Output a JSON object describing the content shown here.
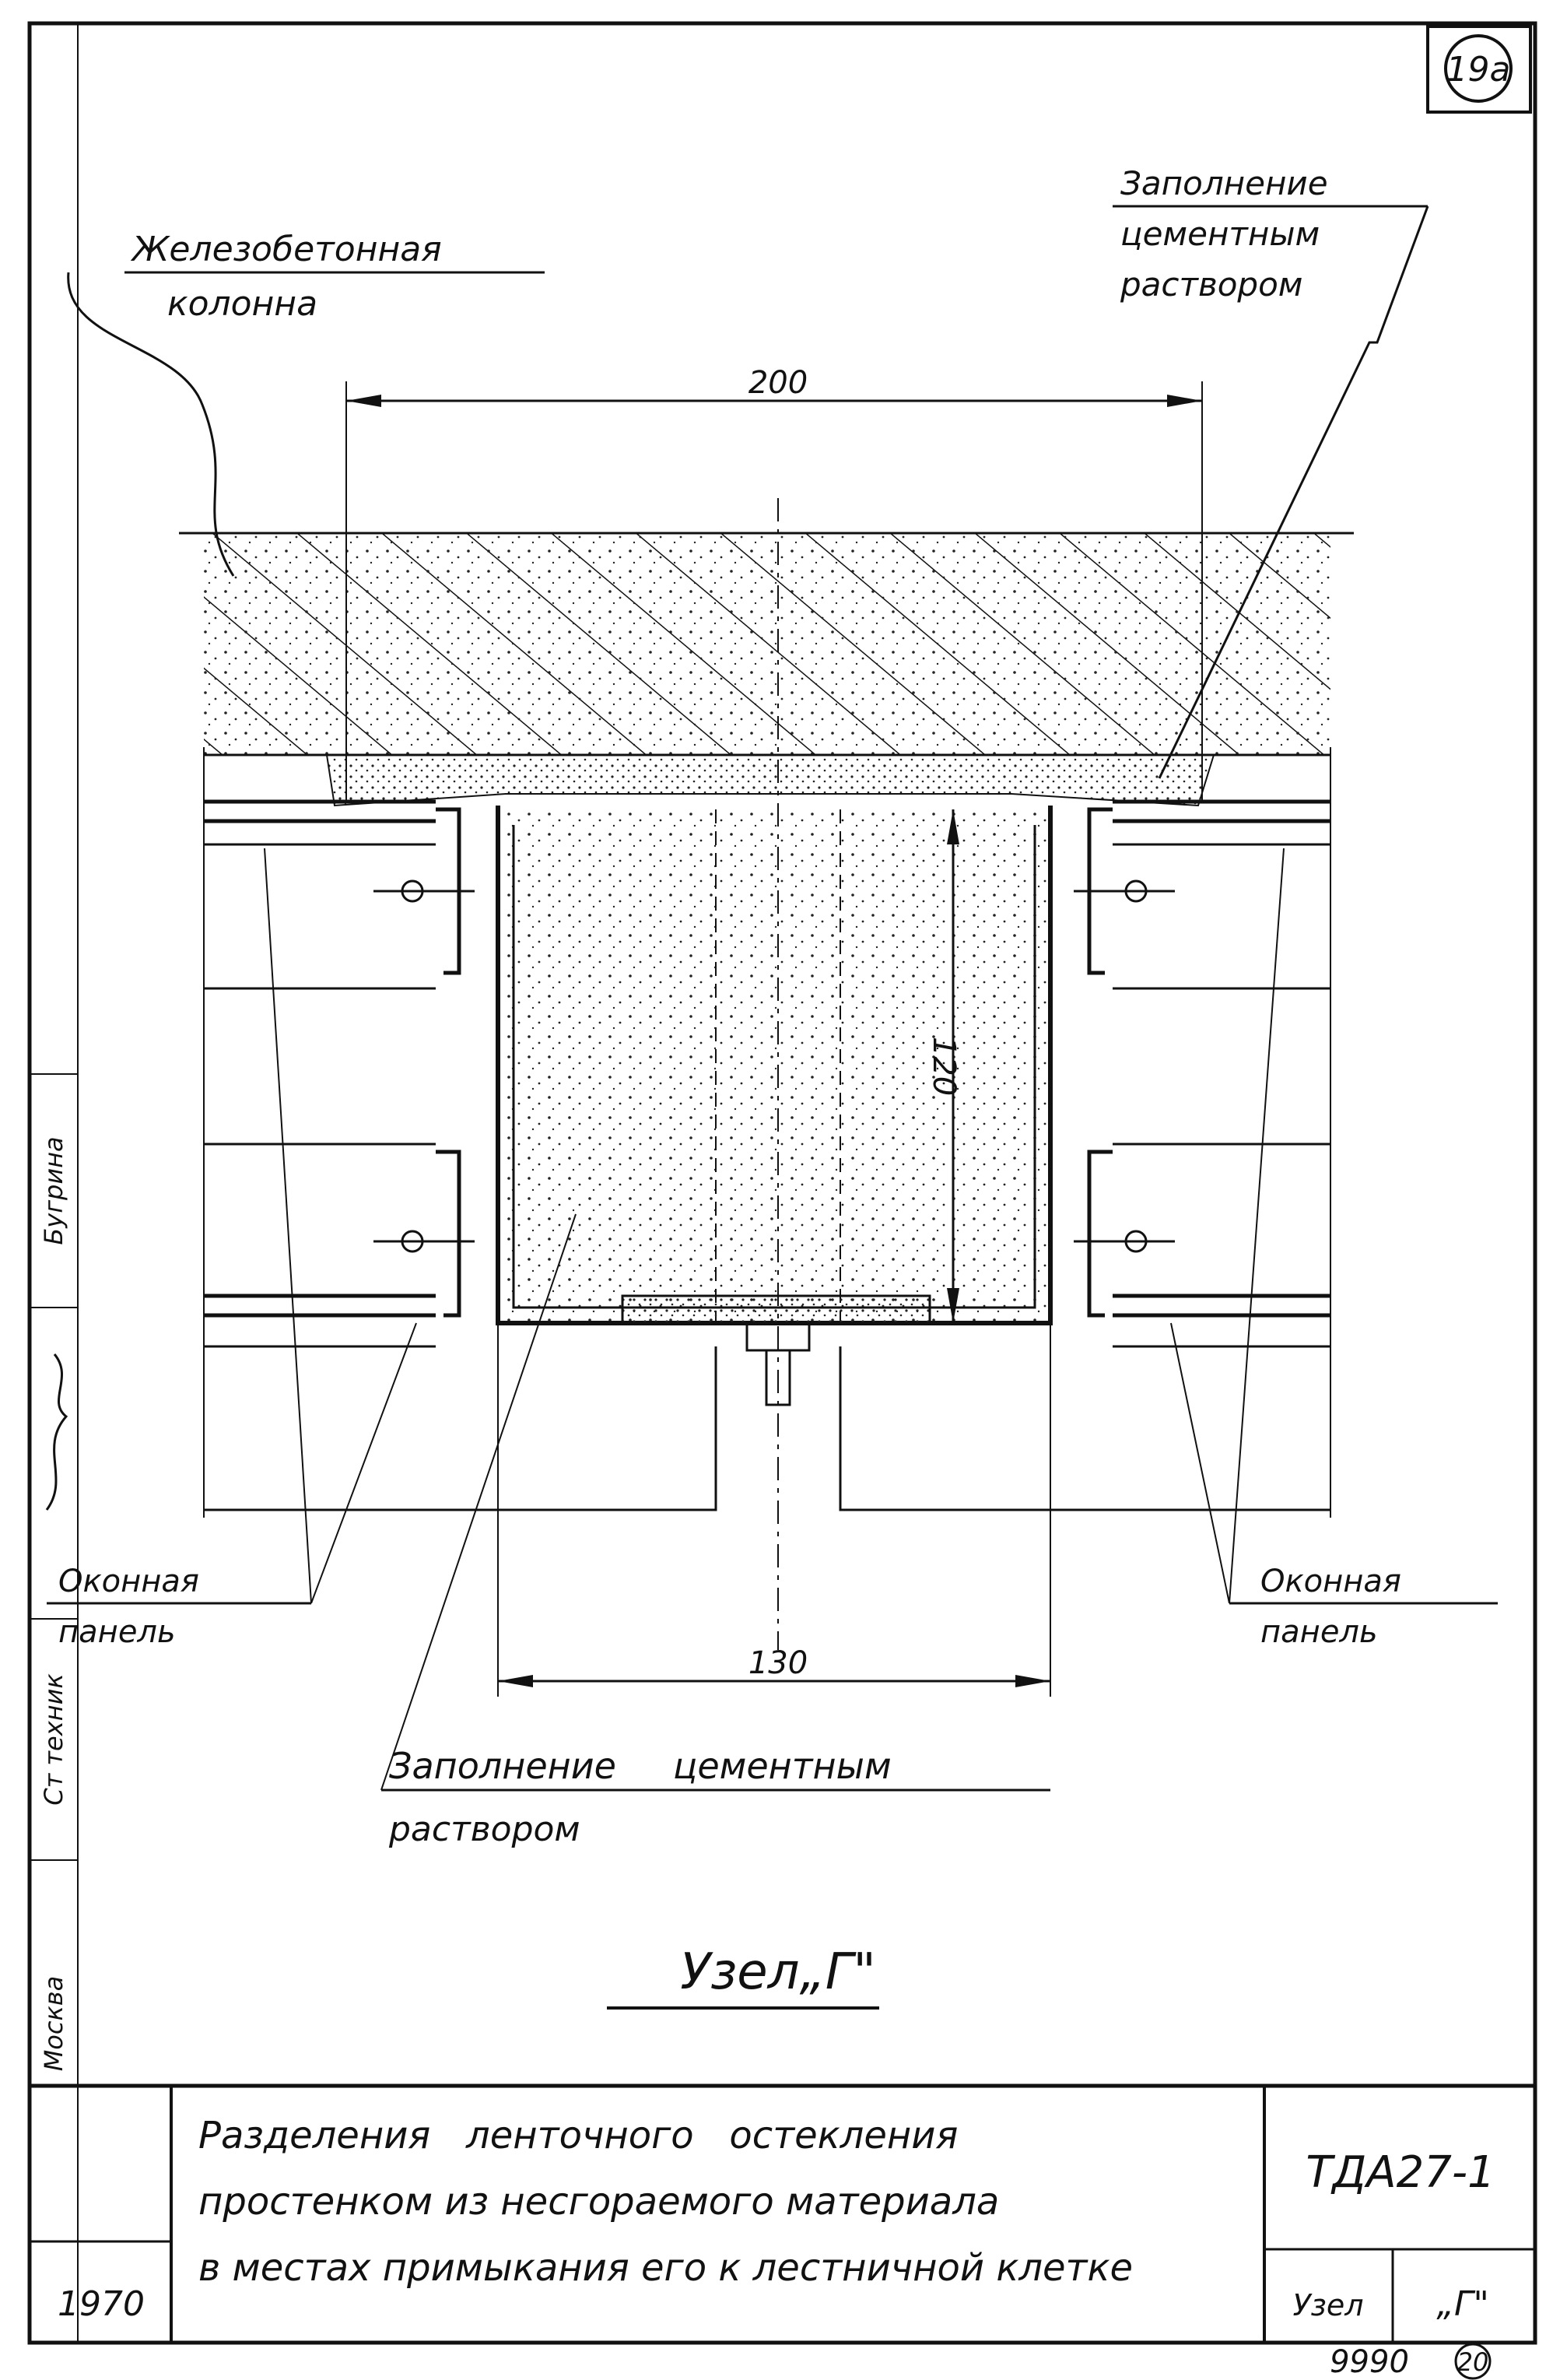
{
  "sheet": {
    "sheet_number": "19а",
    "archive_number": "9990",
    "page_number": "20"
  },
  "labels": {
    "column": [
      "Железобетонная",
      "колонна"
    ],
    "fill_top": [
      "Заполнение",
      "цементным",
      "раствором"
    ],
    "window_panel_left": [
      "Оконная",
      "панель"
    ],
    "window_panel_right": [
      "Оконная",
      "панель"
    ],
    "fill_bottom": [
      "Заполнение     цементным",
      "раствором"
    ]
  },
  "dimensions": {
    "width_top": "200",
    "height_inner": "120",
    "width_bottom": "130"
  },
  "detail_title": "Узел„Г\"",
  "side_stamp": [
    "Москва",
    "Ст техник",
    "Бугрина"
  ],
  "title_block": {
    "description": [
      "Разделения   ленточного   остекления",
      "простенком из несгораемого материала",
      "в местах примыкания его к лестничной клетке"
    ],
    "year": "1970",
    "code": "ТДА27-1",
    "node_label": "Узел",
    "node_value": "„Г\""
  }
}
